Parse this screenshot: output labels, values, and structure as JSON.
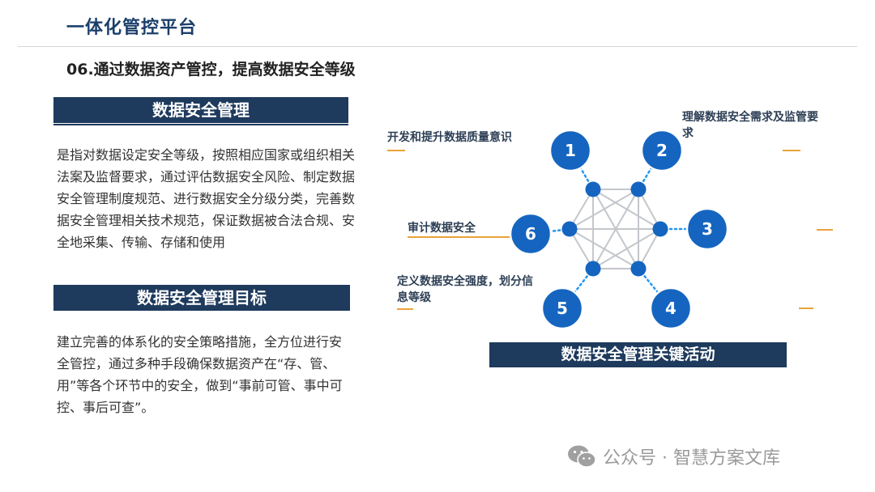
{
  "header": {
    "title": "一体化管控平台",
    "subtitle": "06.通过数据资产管控，提高数据安全等级"
  },
  "section1": {
    "heading": "数据安全管理",
    "body": "是指对数据设定安全等级，按照相应国家或组织相关法案及监督要求，通过评估数据安全风险、制定数据安全管理制度规范、进行数据安全分级分类，完善数据安全管理相关技术规范，保证数据被合法合规、安全地采集、传输、存储和使用"
  },
  "section2": {
    "heading": "数据安全管理目标",
    "body": "建立完善的体系化的安全策略措施，全方位进行安全管控，通过多种手段确保数据资产在“存、管、用”等各个环节中的安全，做到“事前可管、事中可控、事后可查”。"
  },
  "diagram": {
    "caption": "数据安全管理关键活动",
    "activities": [
      {
        "number": "1",
        "label": "开发和提升数据质量意识"
      },
      {
        "number": "2",
        "label": "理解数据安全需求及监管要求"
      },
      {
        "number": "3",
        "label": ""
      },
      {
        "number": "4",
        "label": ""
      },
      {
        "number": "5",
        "label": "定义数据安全强度，划分信息等级"
      },
      {
        "number": "6",
        "label": "审计数据安全"
      }
    ],
    "colors": {
      "node": "#1565c0",
      "line": "#c3c7cc",
      "accent": "#e8a33a",
      "dotted": "#2196f3"
    }
  },
  "watermark": {
    "text": "公众号 · 智慧方案文库",
    "icon": "wechat-icon"
  }
}
